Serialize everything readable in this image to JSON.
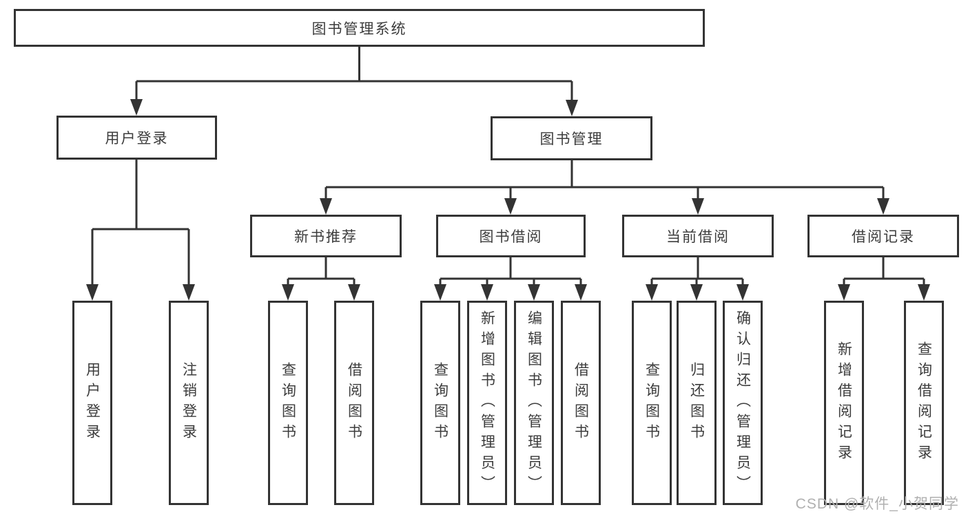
{
  "colors": {
    "line": "#333333",
    "box_border": "#333333",
    "text": "#3c3c3c",
    "watermark": "#b0b0b0",
    "background": "#ffffff"
  },
  "watermark": {
    "text": "CSDN @软件_小贺同学"
  },
  "tree": {
    "root": {
      "label": "图书管理系统",
      "children": [
        {
          "label": "用户登录",
          "children": [
            {
              "label": "用户登录"
            },
            {
              "label": "注销登录"
            }
          ]
        },
        {
          "label": "图书管理",
          "children": [
            {
              "label": "新书推荐",
              "children": [
                {
                  "label": "查询图书"
                },
                {
                  "label": "借阅图书"
                }
              ]
            },
            {
              "label": "图书借阅",
              "children": [
                {
                  "label": "查询图书"
                },
                {
                  "label": "新增图书（管理员）"
                },
                {
                  "label": "编辑图书（管理员）"
                },
                {
                  "label": "借阅图书"
                }
              ]
            },
            {
              "label": "当前借阅",
              "children": [
                {
                  "label": "查询图书"
                },
                {
                  "label": "归还图书"
                },
                {
                  "label": "确认归还（管理员）"
                }
              ]
            },
            {
              "label": "借阅记录",
              "children": [
                {
                  "label": "新增借阅记录"
                },
                {
                  "label": "查询借阅记录"
                }
              ]
            }
          ]
        }
      ]
    }
  }
}
